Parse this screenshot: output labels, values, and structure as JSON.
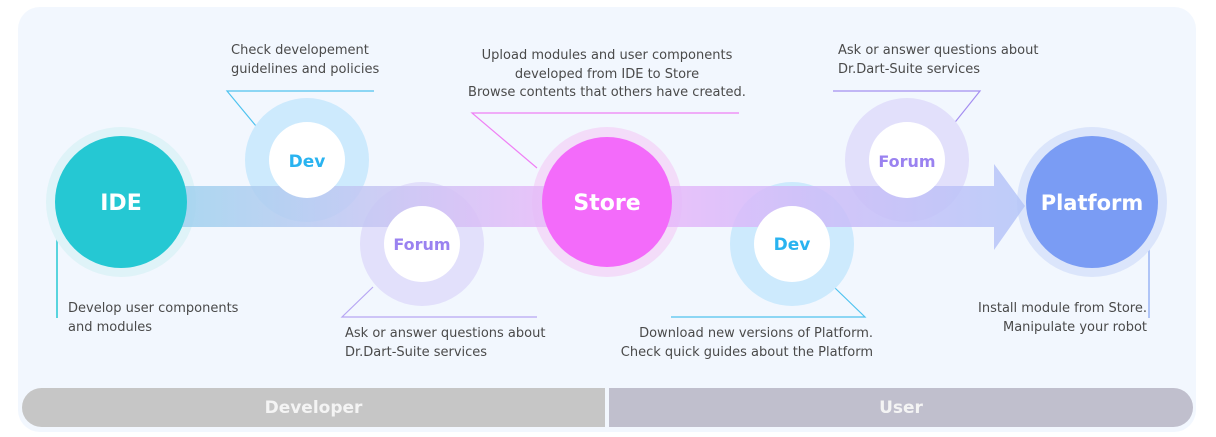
{
  "nodes": {
    "ide": {
      "label": "IDE",
      "color": "#25c8d3",
      "halo": "#dff3f8"
    },
    "store": {
      "label": "Store",
      "color": "#f36bfa",
      "halo": "#f3dcf9"
    },
    "platform": {
      "label": "Platform",
      "color": "#7a9cf4",
      "halo": "#dbe5fb"
    },
    "dev_top": {
      "label": "Dev",
      "text_color": "#29b3f0",
      "ring": "#cdeafd"
    },
    "forum_bottom": {
      "label": "Forum",
      "text_color": "#9a82f0",
      "ring": "#e2e0fb"
    },
    "dev_bottom": {
      "label": "Dev",
      "text_color": "#29b3f0",
      "ring": "#cdeafd"
    },
    "forum_top": {
      "label": "Forum",
      "text_color": "#9a82f0",
      "ring": "#e2e0fb"
    }
  },
  "descriptions": {
    "dev_top": [
      "Check developement",
      "guidelines and policies"
    ],
    "store": [
      "Upload modules and user components",
      "developed from IDE to Store",
      "Browse contents that others have created."
    ],
    "forum_top": [
      "Ask or answer questions about",
      "Dr.Dart-Suite services"
    ],
    "ide": [
      "Develop user components",
      "and modules"
    ],
    "forum_bottom": [
      "Ask or answer questions about",
      "Dr.Dart-Suite services"
    ],
    "dev_bottom": [
      "Download new versions of Platform.",
      "Check quick guides about the Platform"
    ],
    "platform": [
      "Install module from Store.",
      "Manipulate your robot"
    ]
  },
  "phases": {
    "developer": "Developer",
    "user": "User"
  }
}
